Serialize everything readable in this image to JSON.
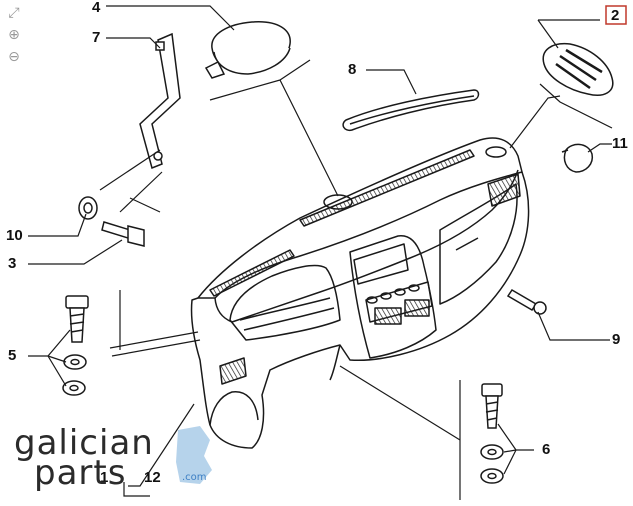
{
  "toolbar": {
    "fullscreen_icon": "expand-icon",
    "zoom_in_icon": "zoom-in-icon",
    "zoom_out_icon": "zoom-out-icon"
  },
  "callouts": {
    "c2": "2",
    "c4": "4",
    "c7": "7",
    "c8": "8",
    "c11": "11",
    "c10": "10",
    "c3": "3",
    "c9": "9",
    "c5": "5",
    "c6": "6",
    "c1": "1",
    "c12": "12"
  },
  "watermark": {
    "line1": "galician",
    "line2": "parts",
    "suffix": ".com"
  },
  "colors": {
    "line": "#1a1a1a",
    "highlight_box": "#c0392b",
    "brand_blue": "#3d7fc4"
  }
}
